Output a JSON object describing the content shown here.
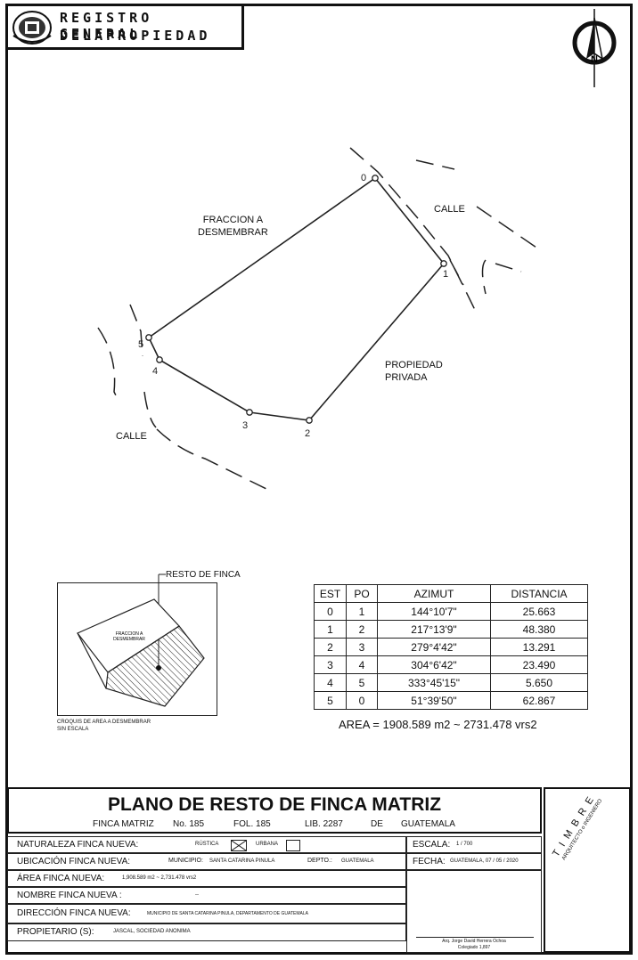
{
  "header": {
    "line1": "REGISTRO GENERAL",
    "line2": "DELAPROPIEDAD",
    "north_letter": "N"
  },
  "plan": {
    "label_fraccion": "FRACCION A\nDESMEMBRAR",
    "label_calle_top": "CALLE",
    "label_calle_left": "CALLE",
    "label_propiedad": "PROPIEDAD\nPRIVADA",
    "vertices": [
      {
        "id": "0"
      },
      {
        "id": "1"
      },
      {
        "id": "2"
      },
      {
        "id": "3"
      },
      {
        "id": "4"
      },
      {
        "id": "5"
      }
    ]
  },
  "inset": {
    "resto_label": "RESTO DE FINCA",
    "fraccion_label": "FRACCION A\nDESMEMBRAR",
    "caption": "CROQUIS DE AREA A DESMEMBRAR\nSIN ESCALA"
  },
  "coords_table": {
    "headers": [
      "EST",
      "PO",
      "AZIMUT",
      "DISTANCIA"
    ],
    "rows": [
      [
        "0",
        "1",
        "144°10'7\"",
        "25.663"
      ],
      [
        "1",
        "2",
        "217°13'9\"",
        "48.380"
      ],
      [
        "2",
        "3",
        "279°4'42\"",
        "13.291"
      ],
      [
        "3",
        "4",
        "304°6'42\"",
        "23.490"
      ],
      [
        "4",
        "5",
        "333°45'15\"",
        "5.650"
      ],
      [
        "5",
        "0",
        "51°39'50\"",
        "62.867"
      ]
    ],
    "area": "AREA = 1908.589 m2 ~ 2731.478 vrs2"
  },
  "title_block": {
    "title": "PLANO DE RESTO DE FINCA MATRIZ",
    "finca_matriz_label": "FINCA MATRIZ",
    "no": "No. 185",
    "fol": "FOL. 185",
    "lib": "LIB. 2287",
    "de": "DE",
    "dept": "GUATEMALA",
    "naturaleza_label": "NATURALEZA FINCA NUEVA:",
    "rustica_label": "RÚSTICA",
    "urbana_label": "URBANA",
    "ubicacion_label": "UBICACIÓN FINCA NUEVA:",
    "municipio_label": "MUNICIPIO:",
    "municipio_value": "SANTA CATARINA PINULA",
    "depto_label": "DEPTO.:",
    "depto_value": "GUATEMALA",
    "area_label": "ÁREA FINCA NUEVA:",
    "area_value": "1,908.589 m2 ~ 2,731.478 vrs2",
    "nombre_label": "NOMBRE FINCA NUEVA :",
    "nombre_value": "--",
    "direccion_label": "DIRECCIÓN FINCA NUEVA:",
    "direccion_value": "MUNICIPIO DE SANTA CATARINA PINULA, DEPARTAMENTO DE GUATEMALA",
    "propietario_label": "PROPIETARIO (S):",
    "propietario_value": "JASCAL, SOCIEDAD ANONIMA",
    "escala_label": "ESCALA:",
    "escala_value": "1 / 700",
    "fecha_label": "FECHA:",
    "fecha_value": "GUATEMALA, 07 / 05 / 2020",
    "signer_name": "Arq. Jorge David Herrera Ochoa",
    "signer_id": "Colegiado 1,897",
    "timbre": "T I M B R E",
    "timbre_sub": "ARQUITECTO o INGENIERO"
  }
}
